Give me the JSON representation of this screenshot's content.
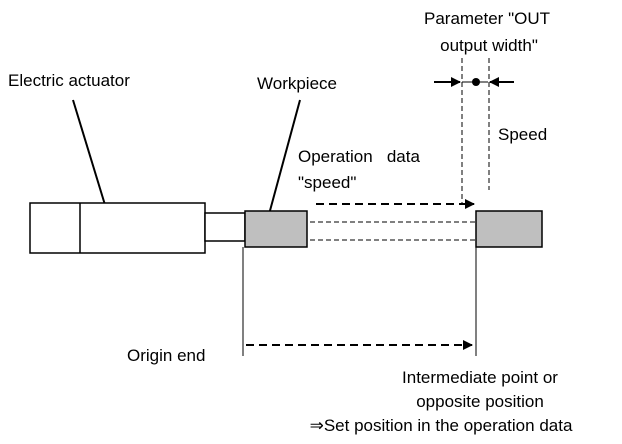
{
  "labels": {
    "param_line1": "Parameter \"OUT",
    "param_line2": "output width\"",
    "electric_actuator": "Electric actuator",
    "workpiece": "Workpiece",
    "speed": "Speed",
    "operation_data_line1": "Operation   data",
    "operation_data_line2": "\"speed\"",
    "origin_end": "Origin end",
    "intermediate_line1": "Intermediate point or",
    "intermediate_line2": "opposite position",
    "set_position_line": "⇒Set position in the operation data"
  },
  "colors": {
    "line": "#000000",
    "workpiece_fill": "#bfbfbf",
    "background": "#ffffff"
  }
}
